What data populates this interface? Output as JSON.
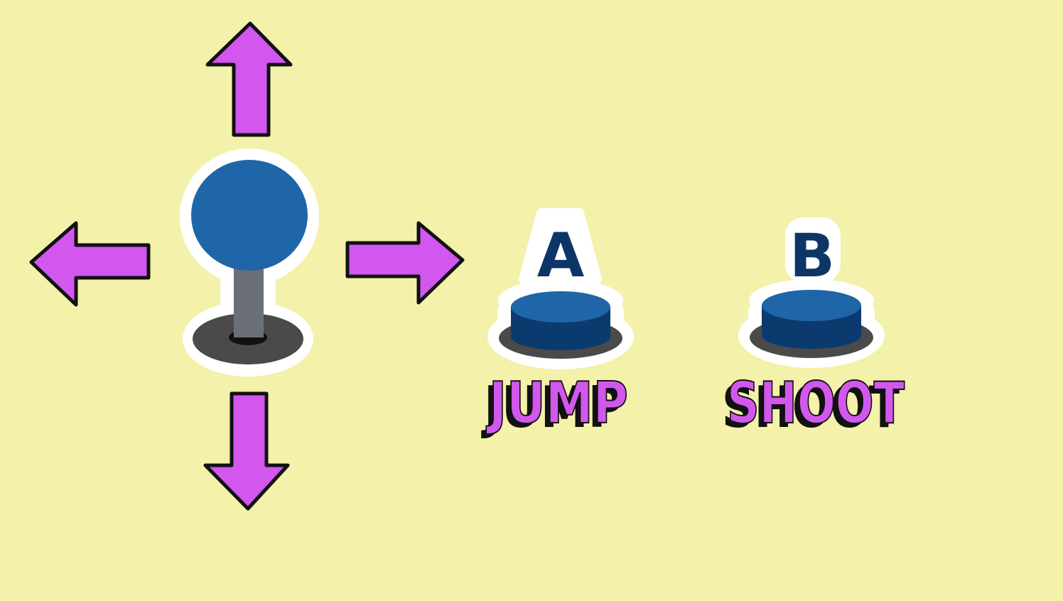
{
  "colors": {
    "background": "#f3f1aa",
    "arrow_fill": "#d257ee",
    "outline": "#111111",
    "button_top": "#1f66a8",
    "button_side": "#0b3a6e",
    "button_letter": "#0d3566",
    "stick_shaft": "#6b7078",
    "base_ring": "#4a4a4a",
    "halo": "#ffffff"
  },
  "joystick": {
    "icon": "joystick-icon",
    "arrows": {
      "up": "arrow-up-icon",
      "down": "arrow-down-icon",
      "left": "arrow-left-icon",
      "right": "arrow-right-icon"
    }
  },
  "buttons": [
    {
      "letter": "A",
      "action": "JUMP"
    },
    {
      "letter": "B",
      "action": "SHOOT"
    }
  ]
}
